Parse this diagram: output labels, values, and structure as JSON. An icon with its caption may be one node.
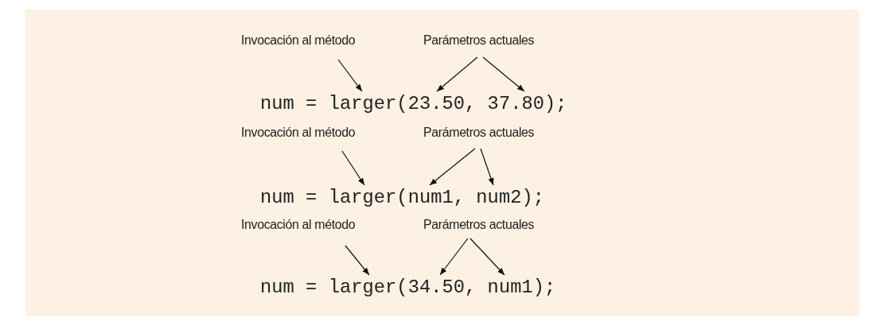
{
  "diagram": {
    "nodes": [
      {
        "text": [
          "Invocación al método"
        ]
      },
      {
        "text": [
          "Parámetros actuales"
        ]
      },
      {
        "text": [
          "num = larger(23.50, 37.80);"
        ]
      },
      {
        "text": [
          "Invocación al método"
        ]
      },
      {
        "text": [
          "Parámetros actuales"
        ]
      },
      {
        "text": [
          "num = larger(num1, num2);"
        ]
      },
      {
        "text": [
          "Invocación al método"
        ]
      },
      {
        "text": [
          "Parámetros actuales"
        ]
      },
      {
        "text": [
          "num = larger(34.50, num1);"
        ]
      }
    ],
    "edges": [
      {
        "from": 0,
        "to": 2,
        "arrow": "to"
      },
      {
        "from": 1,
        "to": 2,
        "arrow": "to"
      },
      {
        "from": 1,
        "to": 2,
        "arrow": "to"
      },
      {
        "from": 3,
        "to": 5,
        "arrow": "to"
      },
      {
        "from": 4,
        "to": 5,
        "arrow": "to"
      },
      {
        "from": 4,
        "to": 5,
        "arrow": "to"
      },
      {
        "from": 6,
        "to": 8,
        "arrow": "to"
      },
      {
        "from": 7,
        "to": 8,
        "arrow": "to"
      },
      {
        "from": 7,
        "to": 8,
        "arrow": "to"
      }
    ]
  }
}
